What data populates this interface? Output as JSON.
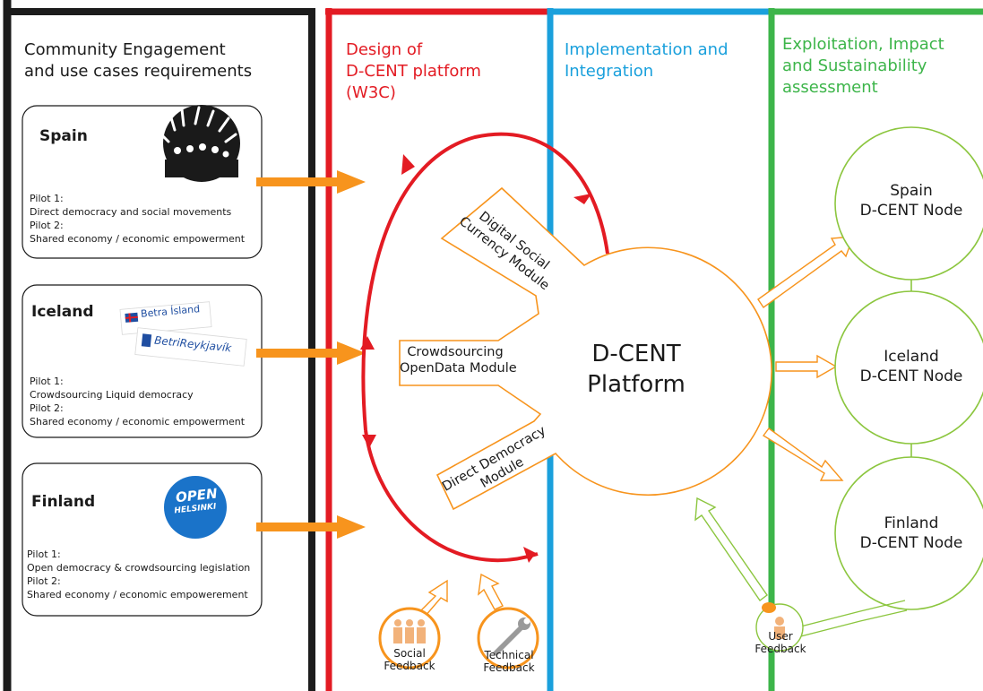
{
  "columns": {
    "community": {
      "title_1": "Community Engagement",
      "title_2": "and use cases requirements",
      "color": "#1c1c1c"
    },
    "design": {
      "title_1": "Design of",
      "title_2": "D-CENT platform",
      "title_3": "(W3C)",
      "color": "#e31b23"
    },
    "implementation": {
      "title_1": "Implementation and",
      "title_2": "Integration",
      "color": "#1aa0dc"
    },
    "exploitation": {
      "title_1": "Exploitation, Impact",
      "title_2": "and Sustainability",
      "title_3": "assessment",
      "color": "#3db54a"
    }
  },
  "cards": {
    "spain": {
      "name": "Spain",
      "lines": [
        "Pilot 1:",
        "Direct democracy and social movements",
        "Pilot 2:",
        "Shared economy / economic empowerment"
      ]
    },
    "iceland": {
      "name": "Iceland",
      "logo_1": "Betra Ísland",
      "logo_2": "BetriReykjavík",
      "lines": [
        "Pilot 1:",
        "Crowdsourcing Liquid democracy",
        "Pilot 2:",
        "Shared economy / economic empowerment"
      ]
    },
    "finland": {
      "name": "Finland",
      "logo_1": "OPEN",
      "logo_2": "HELSINKI",
      "lines": [
        "Pilot 1:",
        "Open democracy & crowdsourcing legislation",
        "Pilot 2:",
        "Shared economy / economic empowerement"
      ]
    }
  },
  "platform": {
    "title_1": "D-CENT",
    "title_2": "Platform",
    "module_currency_1": "Digital Social",
    "module_currency_2": "Currency Module",
    "module_crowd_1": "Crowdsourcing",
    "module_crowd_2": "OpenData Module",
    "module_democracy_1": "Direct Democracy",
    "module_democracy_2": "Module"
  },
  "nodes": {
    "spain_1": "Spain",
    "spain_2": "D-CENT Node",
    "iceland_1": "Iceland",
    "iceland_2": "D-CENT Node",
    "finland_1": "Finland",
    "finland_2": "D-CENT Node"
  },
  "feedback": {
    "social_1": "Social",
    "social_2": "Feedback",
    "technical_1": "Technical",
    "technical_2": "Feedback",
    "user_1": "User",
    "user_2": "Feedback"
  },
  "colors": {
    "orange": "#f7941d",
    "light_green": "#8cc63f",
    "red": "#e31b23",
    "blue": "#1aa0dc",
    "green": "#3db54a",
    "black": "#1c1c1c"
  }
}
